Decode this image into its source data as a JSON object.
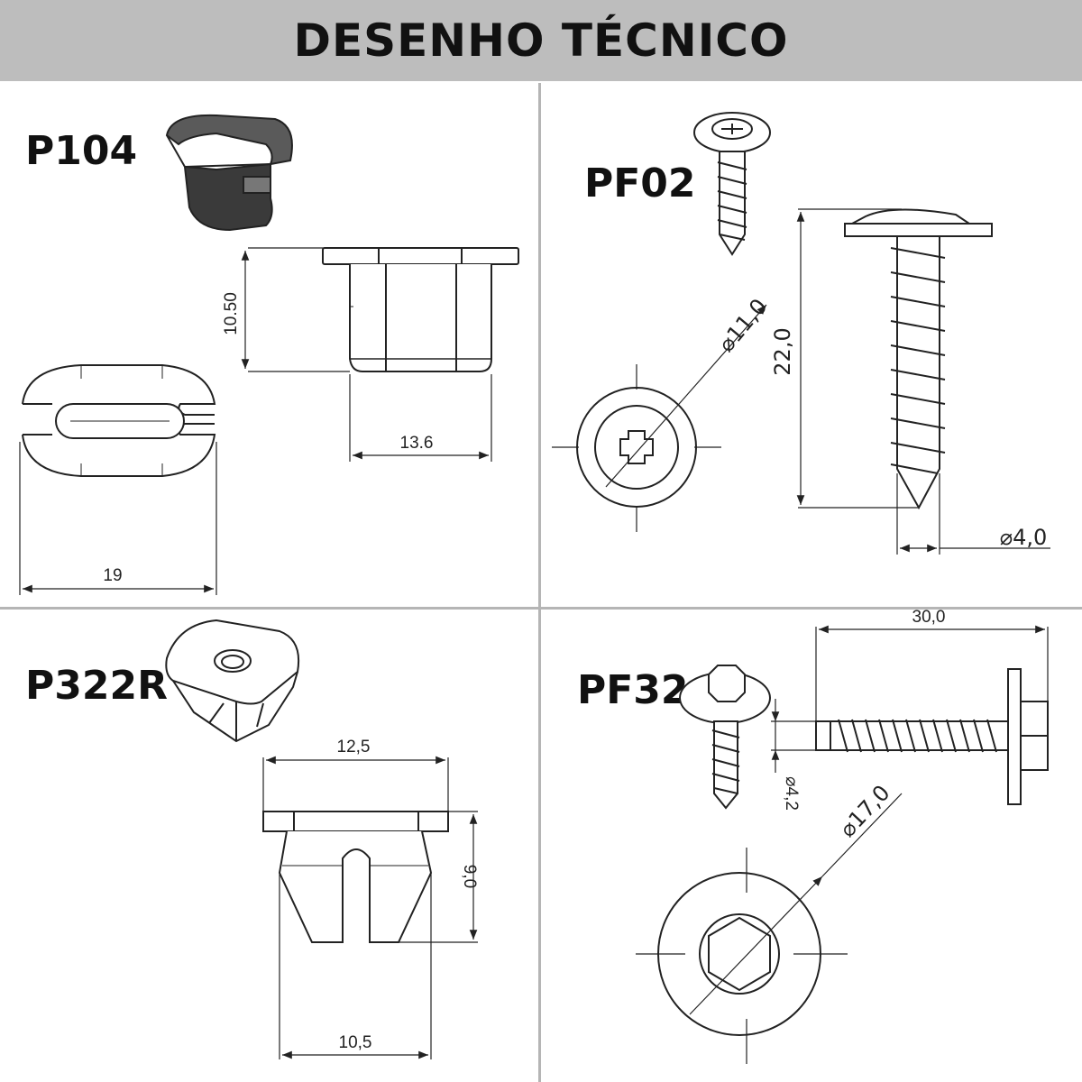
{
  "header": {
    "title": "DESENHO TÉCNICO"
  },
  "parts": {
    "p104": {
      "code": "P104",
      "dims": {
        "height": "10.50",
        "width": "13.6",
        "length": "19"
      }
    },
    "pf02": {
      "code": "PF02",
      "dims": {
        "length": "22,0",
        "head_diameter": "⌀11,0",
        "thread_diameter": "⌀4,0"
      }
    },
    "p322r": {
      "code": "P322R",
      "dims": {
        "top_width": "12,5",
        "height": "9,0",
        "bottom_width": "10,5"
      }
    },
    "pf32": {
      "code": "PF32",
      "dims": {
        "length": "30,0",
        "thread_diameter": "⌀4,2",
        "washer_diameter": "⌀17,0"
      }
    }
  },
  "colors": {
    "header_bg": "#bdbdbd",
    "line": "#222222",
    "part_fill": "#3c3c3c"
  }
}
